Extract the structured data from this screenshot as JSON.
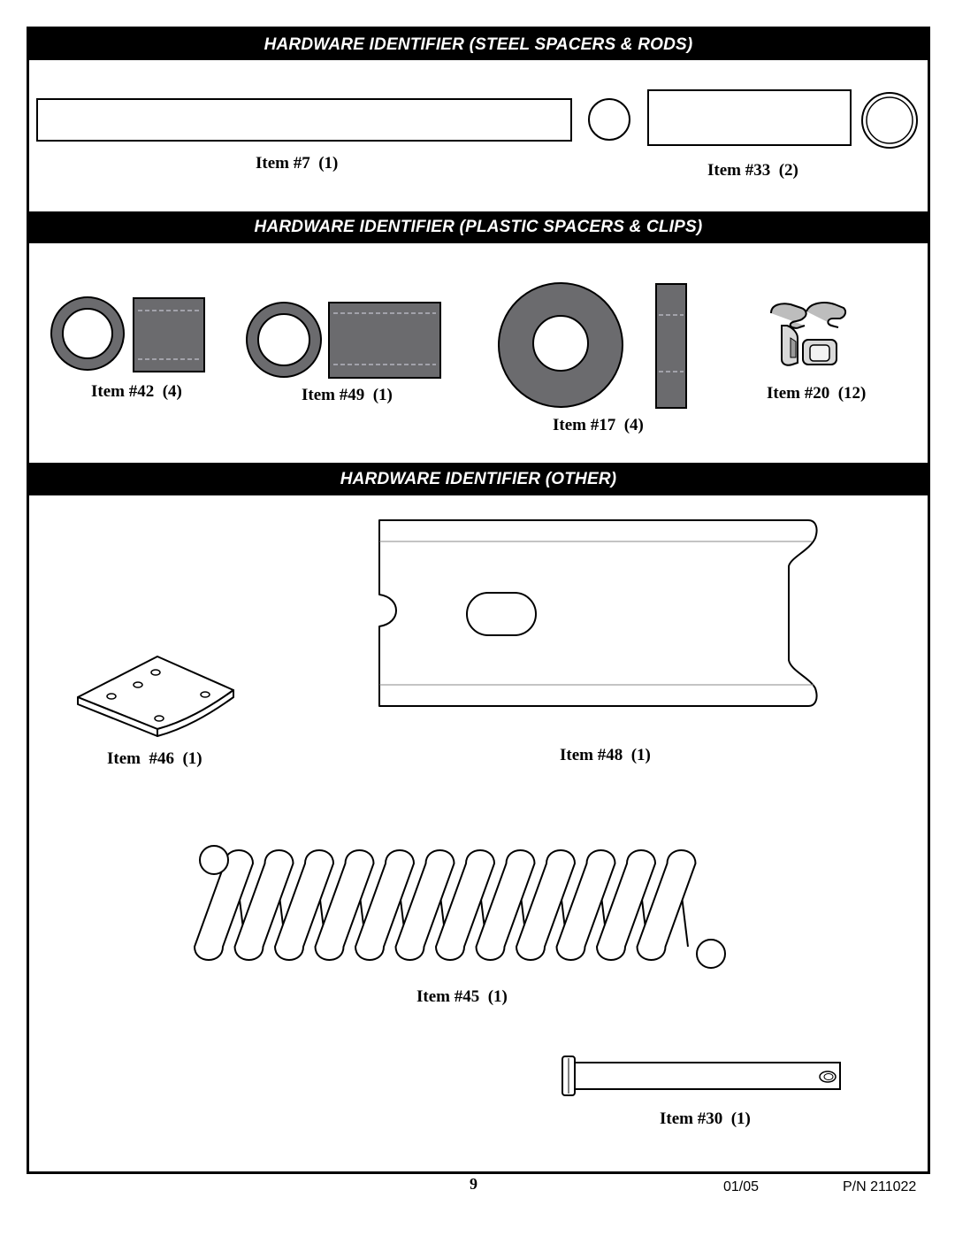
{
  "sections": {
    "steel": {
      "title": "HARDWARE IDENTIFIER (STEEL SPACERS & RODS)"
    },
    "plastic": {
      "title": "HARDWARE IDENTIFIER (PLASTIC SPACERS & CLIPS)"
    },
    "other": {
      "title": "HARDWARE IDENTIFIER (OTHER)"
    }
  },
  "items": {
    "item7": "Item #7  (1)",
    "item33": "Item #33  (2)",
    "item42": "Item #42  (4)",
    "item49": "Item #49  (1)",
    "item17": "Item #17  (4)",
    "item20": "Item #20  (12)",
    "item46": "Item  #46  (1)",
    "item48": "Item #48  (1)",
    "item45": "Item #45  (1)",
    "item30": "Item #30  (1)"
  },
  "footer": {
    "page_number": "9",
    "date": "01/05",
    "part_number": "P/N 211022"
  },
  "colors": {
    "plastic_fill": "#6b6b6e",
    "band": "#000000"
  }
}
